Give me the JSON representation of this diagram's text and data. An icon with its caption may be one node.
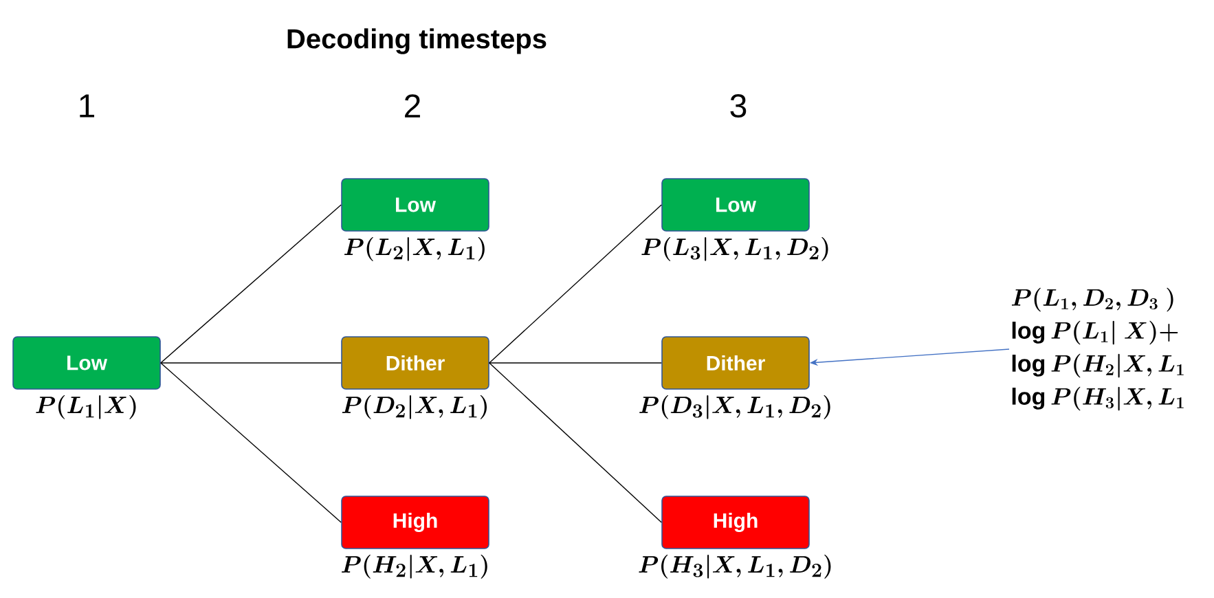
{
  "diagram": {
    "title": "Decoding timesteps",
    "nodes": [
      {
        "text": [
          "Low"
        ],
        "beside": [
          "P(L_1|X)"
        ]
      },
      {
        "text": [
          "Low"
        ],
        "beside": [
          "P(L_2|X, L_1)"
        ]
      },
      {
        "text": [
          "Dither"
        ],
        "beside": [
          "P(D_2|X, L_1)"
        ]
      },
      {
        "text": [
          "High"
        ],
        "beside": [
          "P(H_2|X, L_1)"
        ]
      },
      {
        "text": [
          "Low"
        ],
        "beside": [
          "P(L_3|X, L_1, D_2)"
        ]
      },
      {
        "text": [
          "Dither"
        ],
        "beside": [
          "P(D_3|X, L_1, D_2)"
        ]
      },
      {
        "text": [
          "High"
        ],
        "beside": [
          "P(H_3|X, L_1, D_2)"
        ]
      },
      {
        "text": [
          "P(L_1, D_2, D_3\\ )",
          "\\log P(L_1|\\ X) +",
          "\\log P(H_2|X, L_1",
          "\\log P(H_3|X, L_1"
        ]
      }
    ],
    "edges": [
      {
        "from": 0,
        "to": 1,
        "arrow": "none"
      },
      {
        "from": 0,
        "to": 2,
        "arrow": "none"
      },
      {
        "from": 0,
        "to": 3,
        "arrow": "none"
      },
      {
        "from": 2,
        "to": 4,
        "arrow": "none"
      },
      {
        "from": 2,
        "to": 5,
        "arrow": "none"
      },
      {
        "from": 2,
        "to": 6,
        "arrow": "none"
      },
      {
        "from": 7,
        "to": 5,
        "arrow": "to",
        "color": "#4472c4"
      }
    ],
    "labels": [
      "1",
      "2",
      "3"
    ]
  }
}
